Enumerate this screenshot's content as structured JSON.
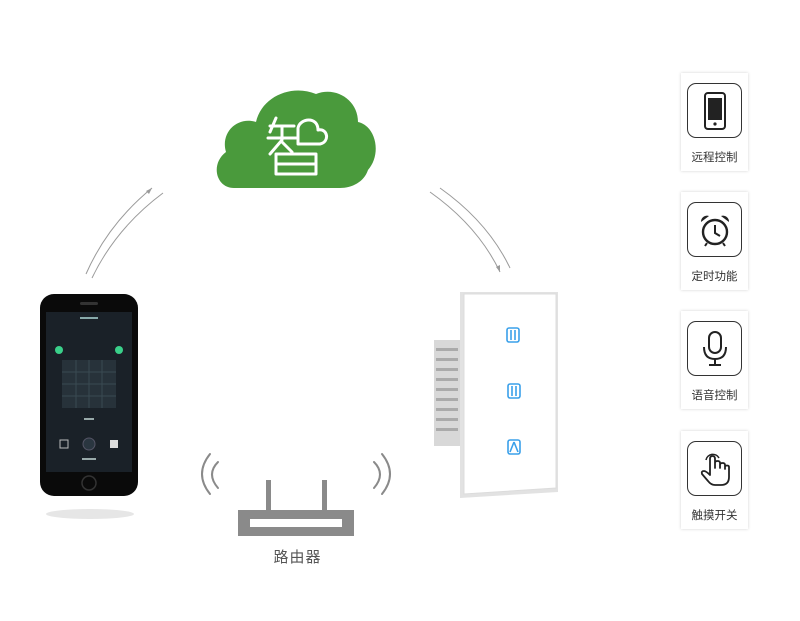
{
  "cloud": {
    "glyph": "智",
    "color": "#4a9a3c"
  },
  "router": {
    "label": "路由器"
  },
  "features": [
    {
      "label": "远程控制",
      "icon": "smartphone-icon"
    },
    {
      "label": "定时功能",
      "icon": "alarm-clock-icon"
    },
    {
      "label": "语音控制",
      "icon": "microphone-icon"
    },
    {
      "label": "触摸开关",
      "icon": "touch-hand-icon"
    }
  ],
  "switch": {
    "buttons": 3,
    "indicator_color": "#3aa0ea"
  }
}
